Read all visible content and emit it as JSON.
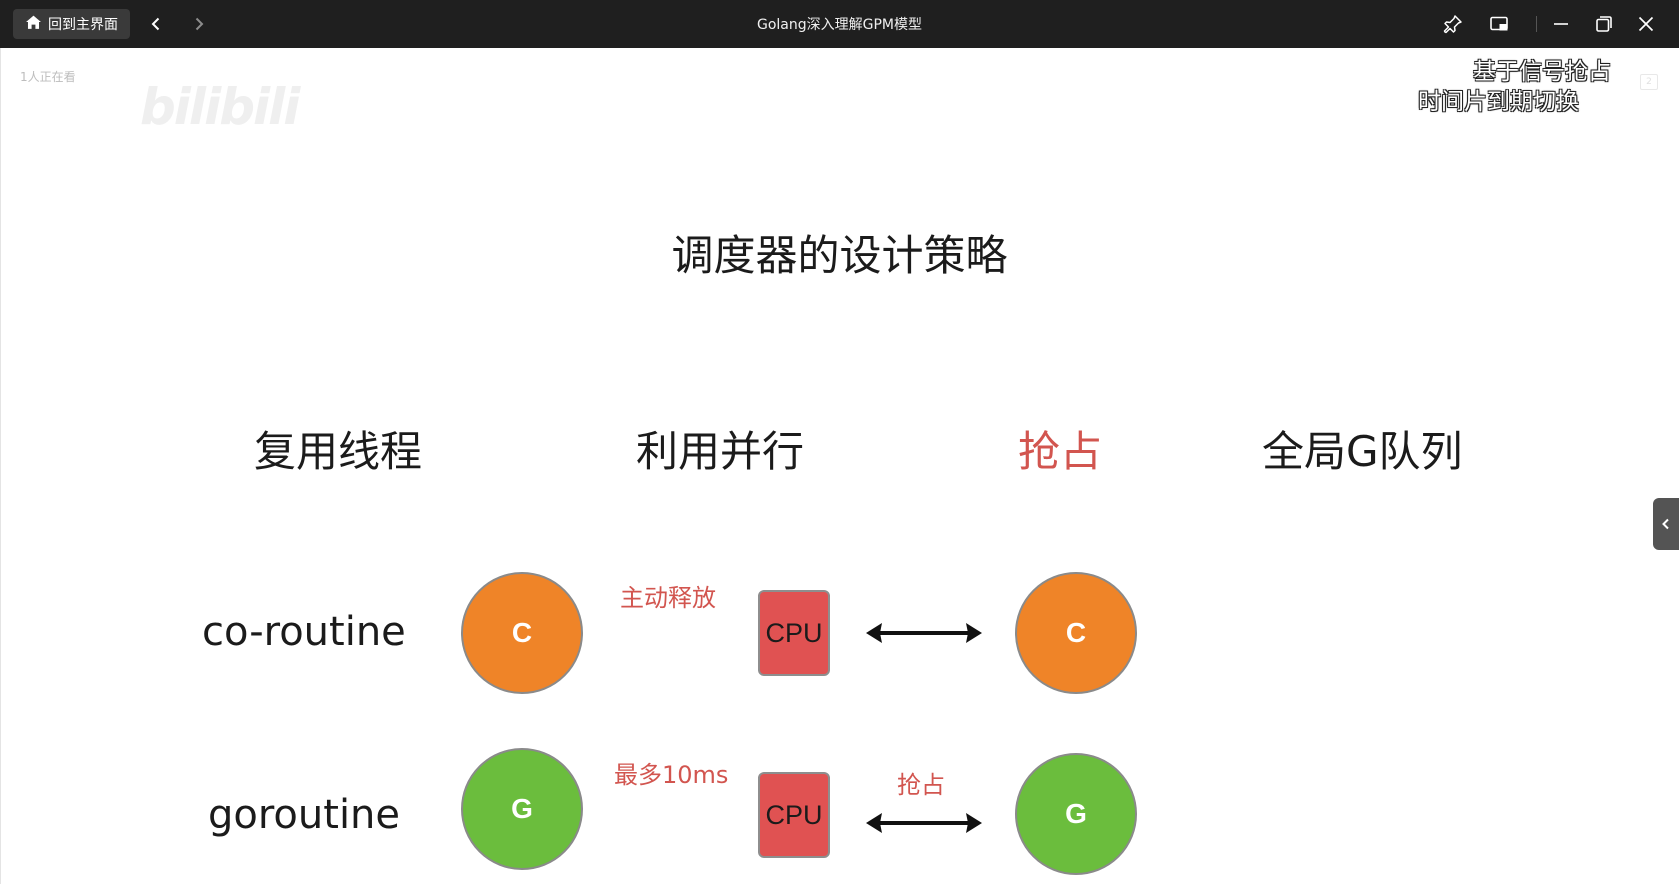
{
  "window": {
    "home_button": "回到主界面",
    "title": "Golang深入理解GPM模型"
  },
  "overlay": {
    "watchers": "1人正在看",
    "logo_text": "bilibili",
    "danmaku": [
      "基于信号抢占",
      "时间片到期切换"
    ]
  },
  "slide": {
    "title": "调度器的设计策略",
    "strategies": [
      "复用线程",
      "利用并行",
      "抢占",
      "全局G队列"
    ],
    "rows": [
      {
        "label": "co-routine",
        "circle_left": "C",
        "note": "主动释放",
        "cpu": "CPU",
        "circle_right": "C",
        "arrow_note": ""
      },
      {
        "label": "goroutine",
        "circle_left": "G",
        "note": "最多10ms",
        "cpu": "CPU",
        "circle_right": "G",
        "arrow_note": "抢占"
      }
    ]
  },
  "colors": {
    "accent_red": "#d2554f",
    "coroutine_orange": "#ef8428",
    "goroutine_green": "#6bbd3d",
    "cpu_red": "#e05252"
  },
  "icons": [
    "home-icon",
    "back-arrow-icon",
    "forward-arrow-icon",
    "pin-icon",
    "picture-in-picture-icon",
    "minimize-icon",
    "restore-icon",
    "close-icon",
    "collapse-panel-icon"
  ]
}
